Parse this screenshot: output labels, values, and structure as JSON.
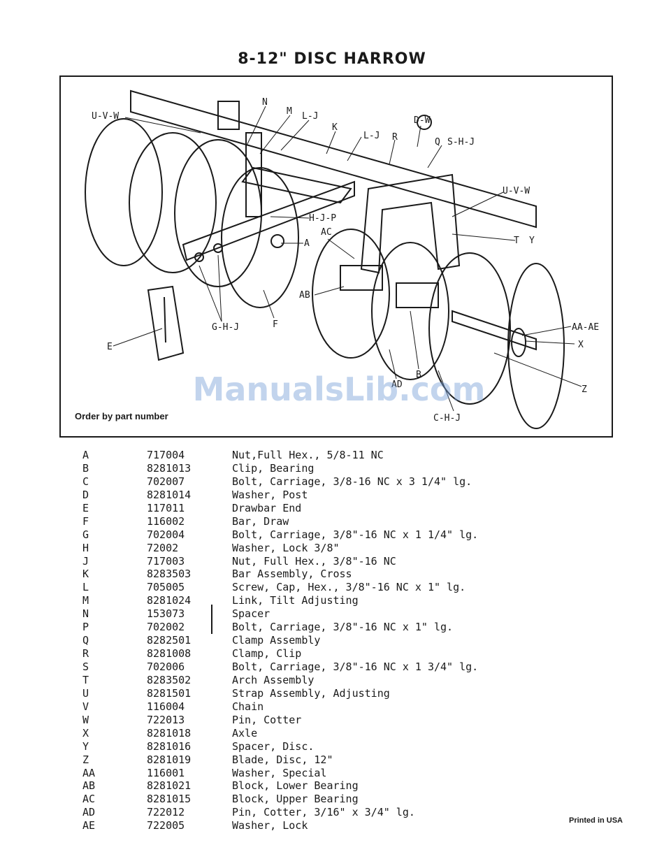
{
  "page": {
    "title": "8-12\" DISC HARROW",
    "order_note": "Order by part number",
    "watermark": "ManualsLib.com",
    "footer": "Printed in USA"
  },
  "callouts": [
    "U-V-W",
    "N",
    "M",
    "L-J",
    "K",
    "L-J",
    "R",
    "D-W",
    "Q",
    "S-H-J",
    "U-V-W",
    "H-J-P",
    "AC",
    "A",
    "T",
    "Y",
    "AB",
    "AA-AE",
    "X",
    "E",
    "G-H-J",
    "F",
    "B",
    "AD",
    "Z",
    "C-H-J"
  ],
  "parts": [
    {
      "letter": "A",
      "number": "717004",
      "desc": "Nut,Full Hex., 5/8-11 NC"
    },
    {
      "letter": "B",
      "number": "8281013",
      "desc": "Clip, Bearing"
    },
    {
      "letter": "C",
      "number": "702007",
      "desc": "Bolt, Carriage, 3/8-16 NC x 3 1/4\" lg."
    },
    {
      "letter": "D",
      "number": "8281014",
      "desc": "Washer, Post"
    },
    {
      "letter": "E",
      "number": "117011",
      "desc": "Drawbar End"
    },
    {
      "letter": "F",
      "number": "116002",
      "desc": "Bar, Draw"
    },
    {
      "letter": "G",
      "number": "702004",
      "desc": "Bolt, Carriage, 3/8\"-16 NC x 1 1/4\" lg."
    },
    {
      "letter": "H",
      "number": "72002",
      "desc": "Washer, Lock 3/8\""
    },
    {
      "letter": "J",
      "number": "717003",
      "desc": "Nut, Full Hex., 3/8\"-16 NC"
    },
    {
      "letter": "K",
      "number": "8283503",
      "desc": "Bar Assembly, Cross"
    },
    {
      "letter": "L",
      "number": "705005",
      "desc": "Screw, Cap, Hex., 3/8\"-16 NC x 1\" lg."
    },
    {
      "letter": "M",
      "number": "8281024",
      "desc": "Link, Tilt Adjusting"
    },
    {
      "letter": "N",
      "number": "153073",
      "desc": "Spacer"
    },
    {
      "letter": "P",
      "number": "702002",
      "desc": "Bolt, Carriage, 3/8\"-16 NC x 1\" lg."
    },
    {
      "letter": "Q",
      "number": "8282501",
      "desc": "Clamp Assembly"
    },
    {
      "letter": "R",
      "number": "8281008",
      "desc": "Clamp, Clip"
    },
    {
      "letter": "S",
      "number": "702006",
      "desc": "Bolt, Carriage, 3/8\"-16 NC x 1 3/4\" lg."
    },
    {
      "letter": "T",
      "number": "8283502",
      "desc": "Arch Assembly"
    },
    {
      "letter": "U",
      "number": "8281501",
      "desc": "Strap Assembly, Adjusting"
    },
    {
      "letter": "V",
      "number": "116004",
      "desc": "Chain"
    },
    {
      "letter": "W",
      "number": "722013",
      "desc": "Pin, Cotter"
    },
    {
      "letter": "X",
      "number": "8281018",
      "desc": "Axle"
    },
    {
      "letter": "Y",
      "number": "8281016",
      "desc": "Spacer, Disc."
    },
    {
      "letter": "Z",
      "number": "8281019",
      "desc": "Blade, Disc, 12\""
    },
    {
      "letter": "AA",
      "number": "116001",
      "desc": "Washer, Special"
    },
    {
      "letter": "AB",
      "number": "8281021",
      "desc": "Block, Lower Bearing"
    },
    {
      "letter": "AC",
      "number": "8281015",
      "desc": "Block, Upper Bearing"
    },
    {
      "letter": "AD",
      "number": "722012",
      "desc": "Pin, Cotter, 3/16\" x 3/4\" lg."
    },
    {
      "letter": "AE",
      "number": "722005",
      "desc": "Washer, Lock"
    }
  ]
}
